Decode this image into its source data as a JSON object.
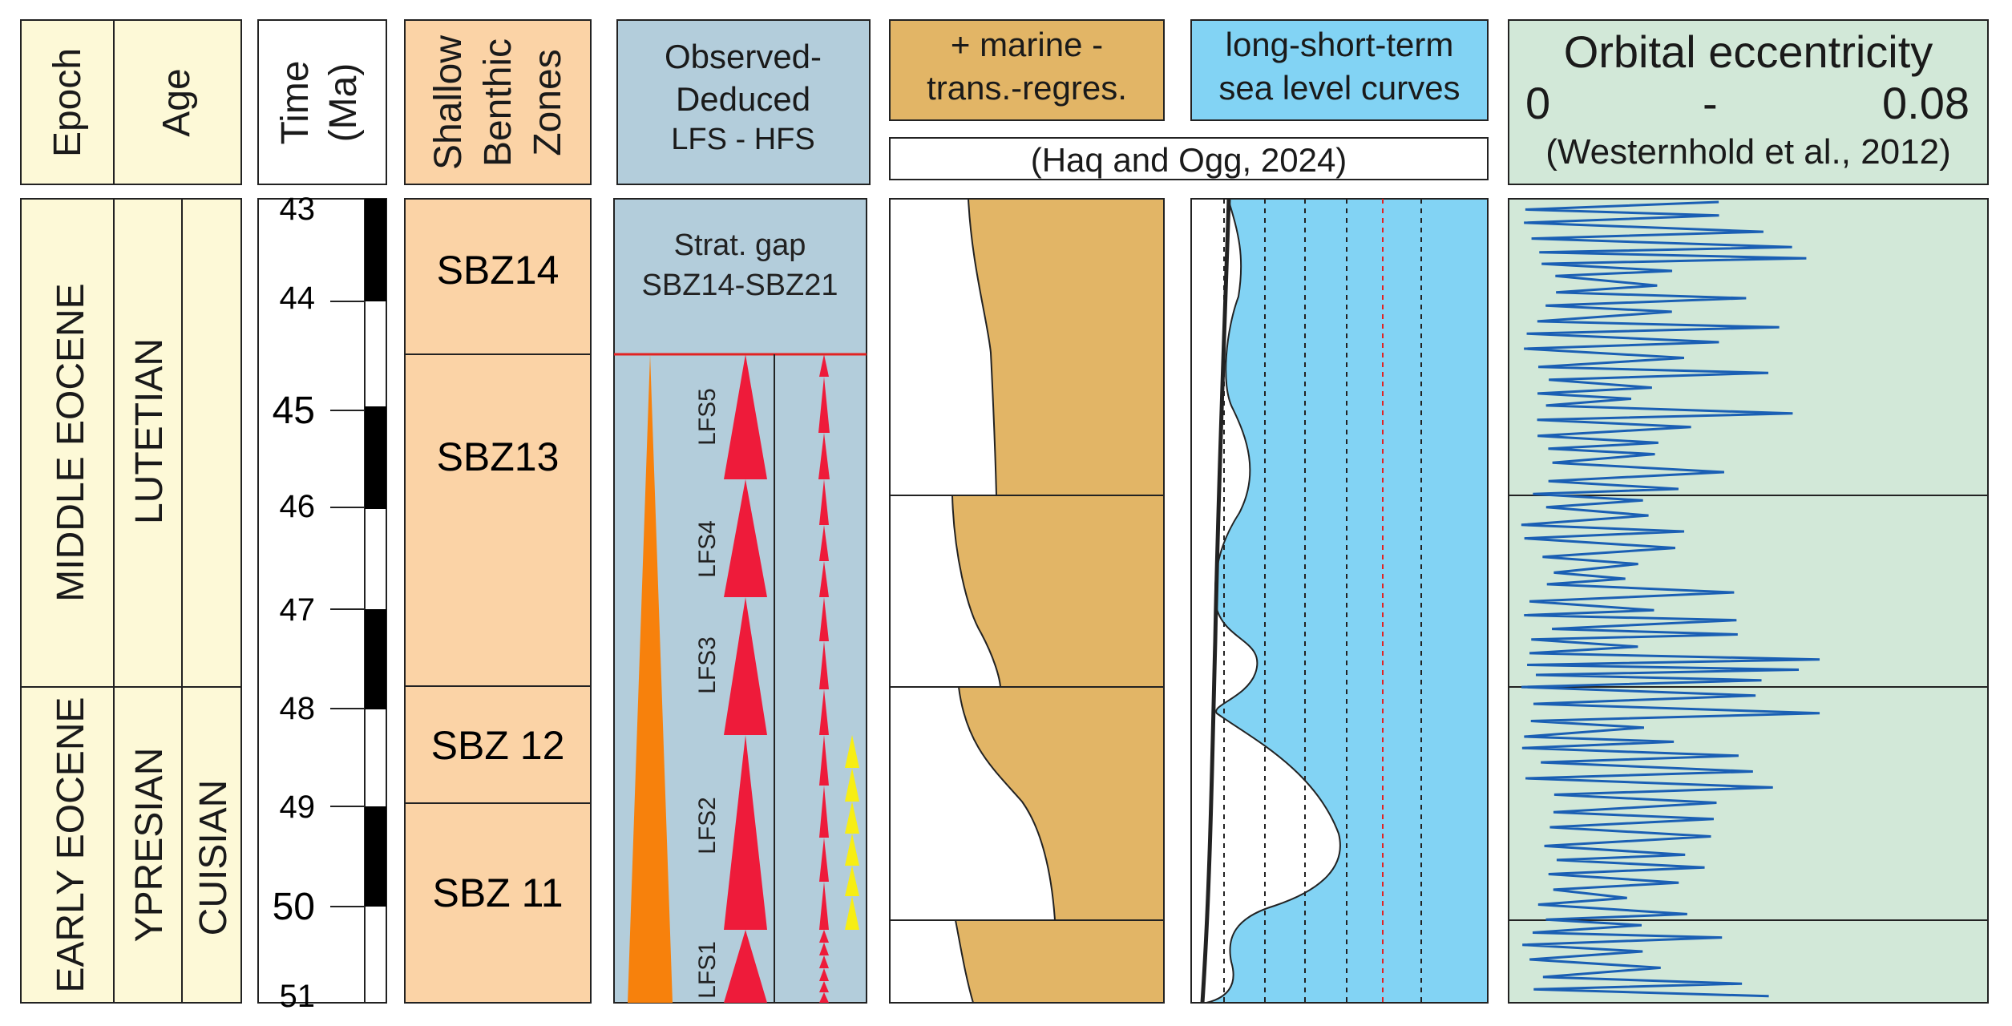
{
  "headers": {
    "epoch": "Epoch",
    "age": "Age",
    "time_line1": "Time",
    "time_line2": "(Ma)",
    "sbz_line1": "Shallow",
    "sbz_line2": "Benthic",
    "sbz_line3": "Zones",
    "observed_line1": "Observed-",
    "observed_line2": "Deduced",
    "observed_line3": "LFS - HFS",
    "marine_line1": "+ marine -",
    "marine_line2": "trans.-regres.",
    "sealevel_line1": "long-short-term",
    "sealevel_line2": "sea level curves",
    "citation": "(Haq and Ogg, 2024)",
    "orbital_title": "Orbital eccentricity",
    "orbital_min": "0",
    "orbital_dash": "-",
    "orbital_max": "0.08",
    "orbital_citation": "(Westernhold et al., 2012)"
  },
  "epochs": [
    "MIDDLE EOCENE",
    "EARLY EOCENE"
  ],
  "ages": [
    "LUTETIAN",
    "YPRESIAN"
  ],
  "subage": "CUISIAN",
  "time_ticks": [
    "43",
    "44",
    "45",
    "46",
    "47",
    "48",
    "49",
    "50",
    "51"
  ],
  "sbz": [
    "SBZ14",
    "SBZ13",
    "SBZ 12",
    "SBZ 11"
  ],
  "strat_gap_line1": "Strat. gap",
  "strat_gap_line2": "SBZ14-SBZ21",
  "lfs_labels": [
    "LFS5",
    "LFS4",
    "LFS3",
    "LFS2",
    "LFS1"
  ],
  "colors": {
    "epoch_bg": "#fdf9d7",
    "sbz_bg": "#fbd3a6",
    "observed_bg": "#b3cddb",
    "marine_bg": "#e2b566",
    "sealevel_bg": "#82d3f4",
    "orbital_bg": "#d2e8d8",
    "orbital_line": "#1a5fb4",
    "triangle_red": "#ee1b3a",
    "triangle_orange": "#f7810c",
    "triangle_yellow": "#f7ee14",
    "gap_line_red": "#e22222"
  }
}
